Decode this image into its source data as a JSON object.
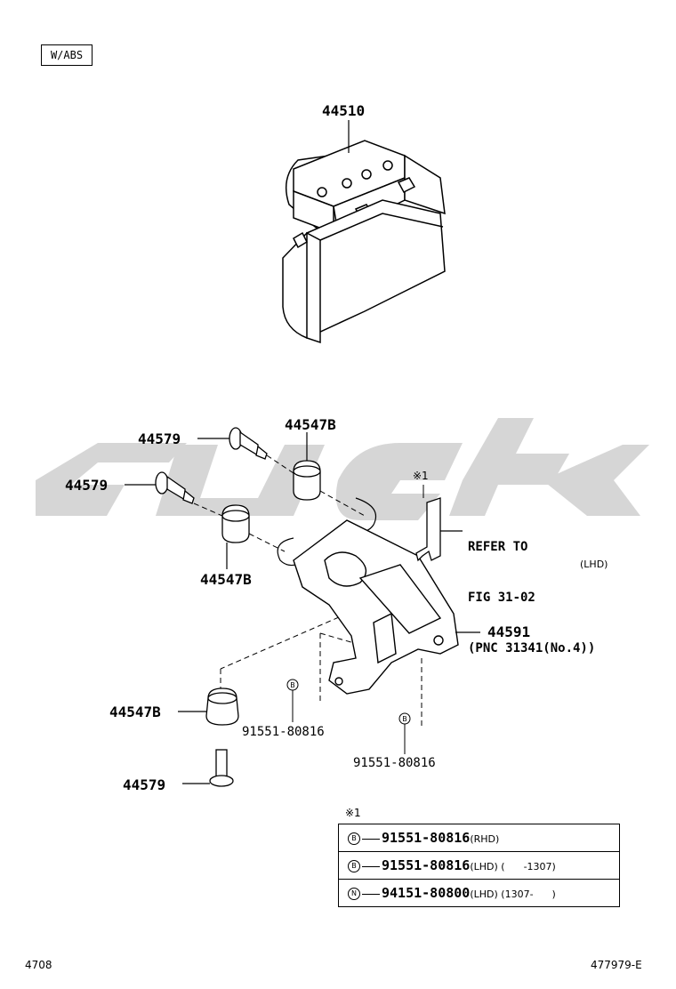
{
  "variant_tag": "W/ABS",
  "parts": {
    "actuator": "44510",
    "bolt_a": "44579",
    "bolt_b": "44579",
    "bolt_c": "44579",
    "cushion_a": "44547B",
    "cushion_b": "44547B",
    "cushion_c": "44547B",
    "bracket": "44591",
    "bolt_rhd_1": "91551-80816",
    "bolt_rhd_2": "91551-80816"
  },
  "callout_letter": "B",
  "note_mark": "※1",
  "refer_note": {
    "line1": "REFER TO",
    "line2": "FIG 31-02",
    "line3": "(PNC 31341(No.4))",
    "lhd": "(LHD)"
  },
  "table": {
    "mark": "※1",
    "rows": [
      {
        "letter": "B",
        "number": "91551-80816",
        "suffix": "(RHD)"
      },
      {
        "letter": "B",
        "number": "91551-80816",
        "suffix": "(LHD) (      -1307)"
      },
      {
        "letter": "N",
        "number": "94151-80800",
        "suffix": "(LHD) (1307-      )"
      }
    ]
  },
  "footer": {
    "left": "4708",
    "right": "477979-E"
  },
  "colors": {
    "line": "#000000",
    "watermark": "#c8c8c8"
  }
}
